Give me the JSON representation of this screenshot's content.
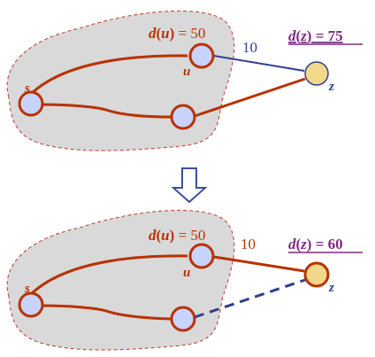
{
  "colors": {
    "cloud_fill": "#d9d9d9",
    "cloud_stroke": "#c0392b",
    "path_red": "#b83200",
    "edge_blue": "#2f3f8f",
    "node_fill_blue": "#c9d3ff",
    "node_fill_yellow": "#f2d98a",
    "label_red": "#b83200",
    "label_purple": "#7b2a83",
    "arrow_blue": "#3d4fa0"
  },
  "icons": {
    "transition_arrow": "down-arrow-icon"
  },
  "top": {
    "du_label": {
      "d": "d",
      "open": "(",
      "u": "u",
      "close": ")",
      "eq": " = 50"
    },
    "edge_weight": "10",
    "dz_label": {
      "d": "d",
      "open": "(",
      "z": "z",
      "close": ") = 75"
    },
    "node_s": "s",
    "node_u": "u",
    "node_z": "z"
  },
  "bottom": {
    "du_label": {
      "d": "d",
      "open": "(",
      "u": "u",
      "close": ")",
      "eq": " = 50"
    },
    "edge_weight": "10",
    "dz_label": {
      "d": "d",
      "open": "(",
      "z": "z",
      "close": ") = 60"
    },
    "node_s": "s",
    "node_u": "u",
    "node_z": "z"
  }
}
